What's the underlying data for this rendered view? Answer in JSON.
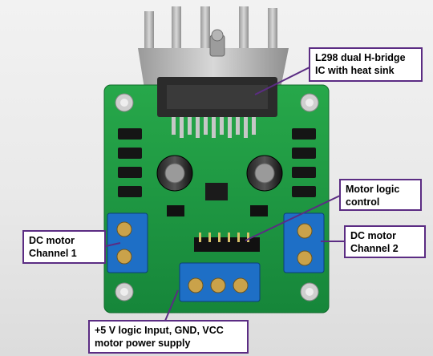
{
  "callouts": {
    "l298": "L298 dual H-bridge\nIC with heat sink",
    "logic": "Motor logic\ncontrol",
    "ch1": "DC motor\nChannel 1",
    "ch2": "DC motor\nChannel 2",
    "power": "+5 V logic Input, GND, VCC\nmotor power supply"
  },
  "colors": {
    "pcb": "#1f9a3a",
    "terminal": "#1e6fc6",
    "heatsink": "#b8b8b8",
    "callout_border": "#5b2c83"
  }
}
